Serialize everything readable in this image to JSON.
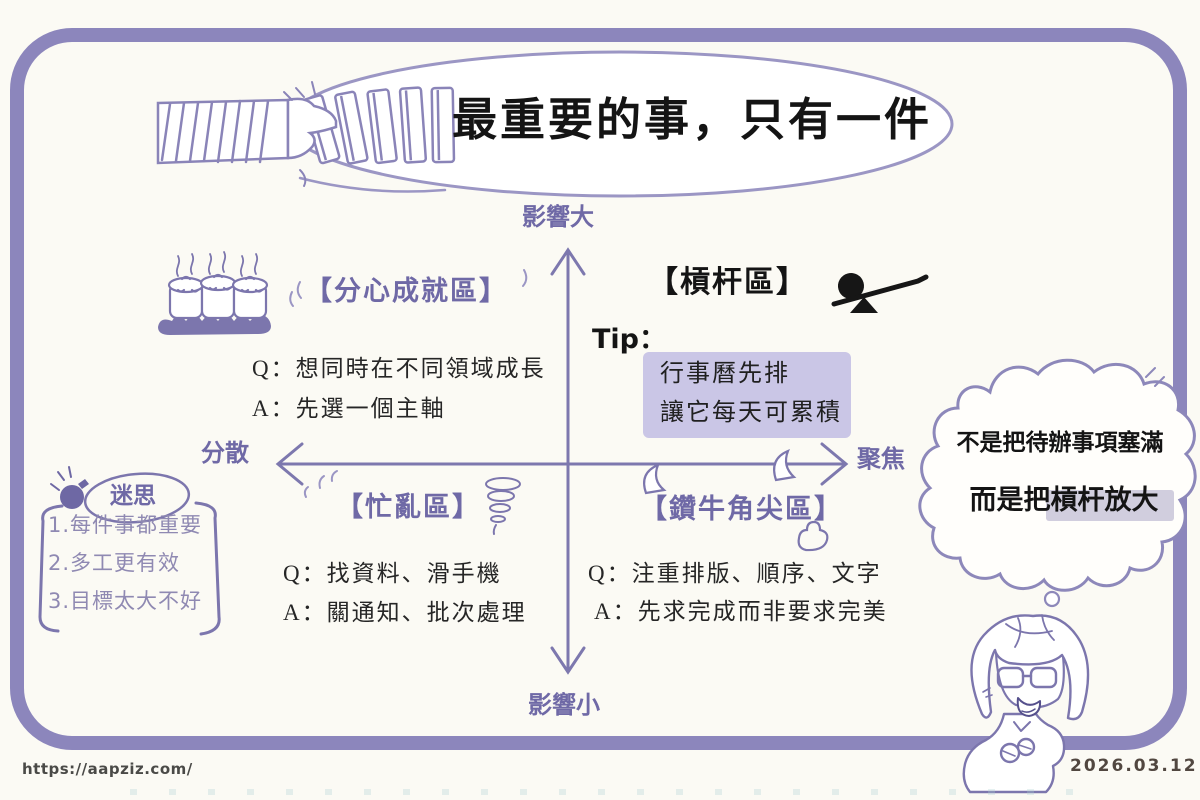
{
  "page": {
    "url": "https://aapziz.com/",
    "date": "2026.03.12"
  },
  "title": "最重要的事，只有一件",
  "axes": {
    "top": "影響大",
    "bottom": "影響小",
    "left": "分散",
    "right": "聚焦"
  },
  "quadrants": {
    "top_left": {
      "label": "【分心成就區】",
      "q": "Q：想同時在不同領域成長",
      "a": "A：先選一個主軸"
    },
    "top_right": {
      "label": "【槓杆區】",
      "tip_label": "Tip：",
      "tip_lines": [
        "行事曆先排",
        "讓它每天可累積"
      ]
    },
    "bottom_left": {
      "label": "【忙亂區】",
      "q": "Q：找資料、滑手機",
      "a": "A：關通知、批次處理"
    },
    "bottom_right": {
      "label": "【鑽牛角尖區】",
      "q": "Q：注重排版、順序、文字",
      "a": "A：先求完成而非要求完美"
    }
  },
  "myths": {
    "title": "迷思",
    "items": [
      "1.每件事都重要",
      "2.多工更有效",
      "3.目標太大不好"
    ]
  },
  "thought_bubble": {
    "line1": "不是把待辦事項塞滿",
    "line2": "而是把槓杆放大"
  },
  "icons": {
    "hand-pushing-dominoes-icon": "hand toppling a row of dominoes",
    "steaming-pots-icon": "three steaming pots on a tray",
    "lever-icon": "ball on a lever over a fulcrum",
    "tornado-icon": "spiral whirlwind",
    "bomb-icon": "small bomb with sparks",
    "horn-icon": "bull horns",
    "girl-character-illustration": "girl with glasses thinking"
  },
  "colors": {
    "border": "#8c86bc",
    "ink_purple": "#7c76ad",
    "ink_black": "#141414",
    "tip_box_bg": "#c5c1e4",
    "highlight": "#a39ec2",
    "background": "#fbfaf4"
  }
}
